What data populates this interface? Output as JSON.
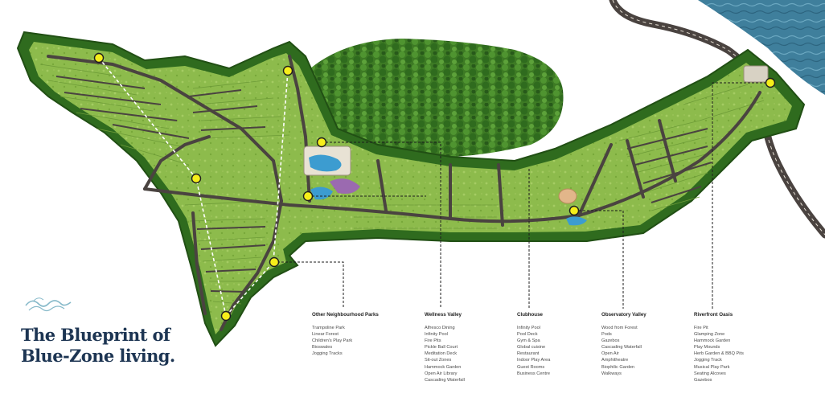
{
  "headline": {
    "line1": "The Blueprint of",
    "line2": "Blue-Zone living."
  },
  "legend": [
    {
      "title": "Other Neighbourhood Parks",
      "items": [
        "Trampoline Park",
        "Linear Forest",
        "Children's Play Park",
        "Bioswales",
        "Jogging Tracks"
      ]
    },
    {
      "title": "Wellness Valley",
      "items": [
        "Alfresco Dining",
        "Infinity Pool",
        "Fire Pits",
        "Pickle Ball Court",
        "Meditation Deck",
        "Sit-out Zones",
        "Hammock Garden",
        "Open Air Library",
        "Cascading Waterfall"
      ]
    },
    {
      "title": "Clubhouse",
      "items": [
        "Infinity Pool",
        "Pool Deck",
        "Gym & Spa",
        "Global cuisine",
        "Restaurant",
        "Indoor Play Area",
        "Guest Rooms",
        "Business Centre"
      ]
    },
    {
      "title": "Observatory Valley",
      "items": [
        "Wood from Forest",
        "Pods",
        "Gazebos",
        "Cascading Waterfall",
        "Open Air",
        "Amphitheatre",
        "Biophilic Garden",
        "Walkways"
      ]
    },
    {
      "title": "Riverfront Oasis",
      "items": [
        "Fire Pit",
        "Glamping Zone",
        "Hammock Garden",
        "Play Mounds",
        "Herb Garden & BBQ Pits",
        "Jogging Track",
        "Musical Play Park",
        "Seating Alcoves",
        "Gazebos"
      ]
    }
  ],
  "colors": {
    "tree_dark": "#2f6b1e",
    "tree_mid": "#4d8f2b",
    "lawn": "#8dbb4c",
    "road": "#4a4340",
    "river": "#3f7f9c",
    "marker": "#f6ee1a",
    "heading": "#1d3553",
    "wave": "#86b9c9"
  },
  "icons": {
    "marker": "poi-marker-icon",
    "waves": "waves-icon"
  }
}
